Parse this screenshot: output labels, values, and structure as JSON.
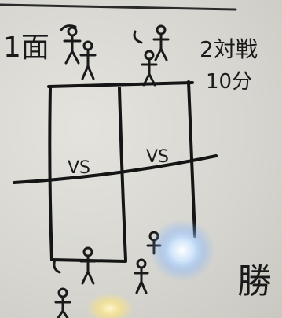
{
  "photo": {
    "subject": "whiteboard",
    "handwriting": {
      "left_label": "1面",
      "right_label_line1": "2対戦",
      "right_label_line2": "10分",
      "vs_left": "VS",
      "vs_right": "VS",
      "bottom_right_kanji": "勝"
    }
  }
}
